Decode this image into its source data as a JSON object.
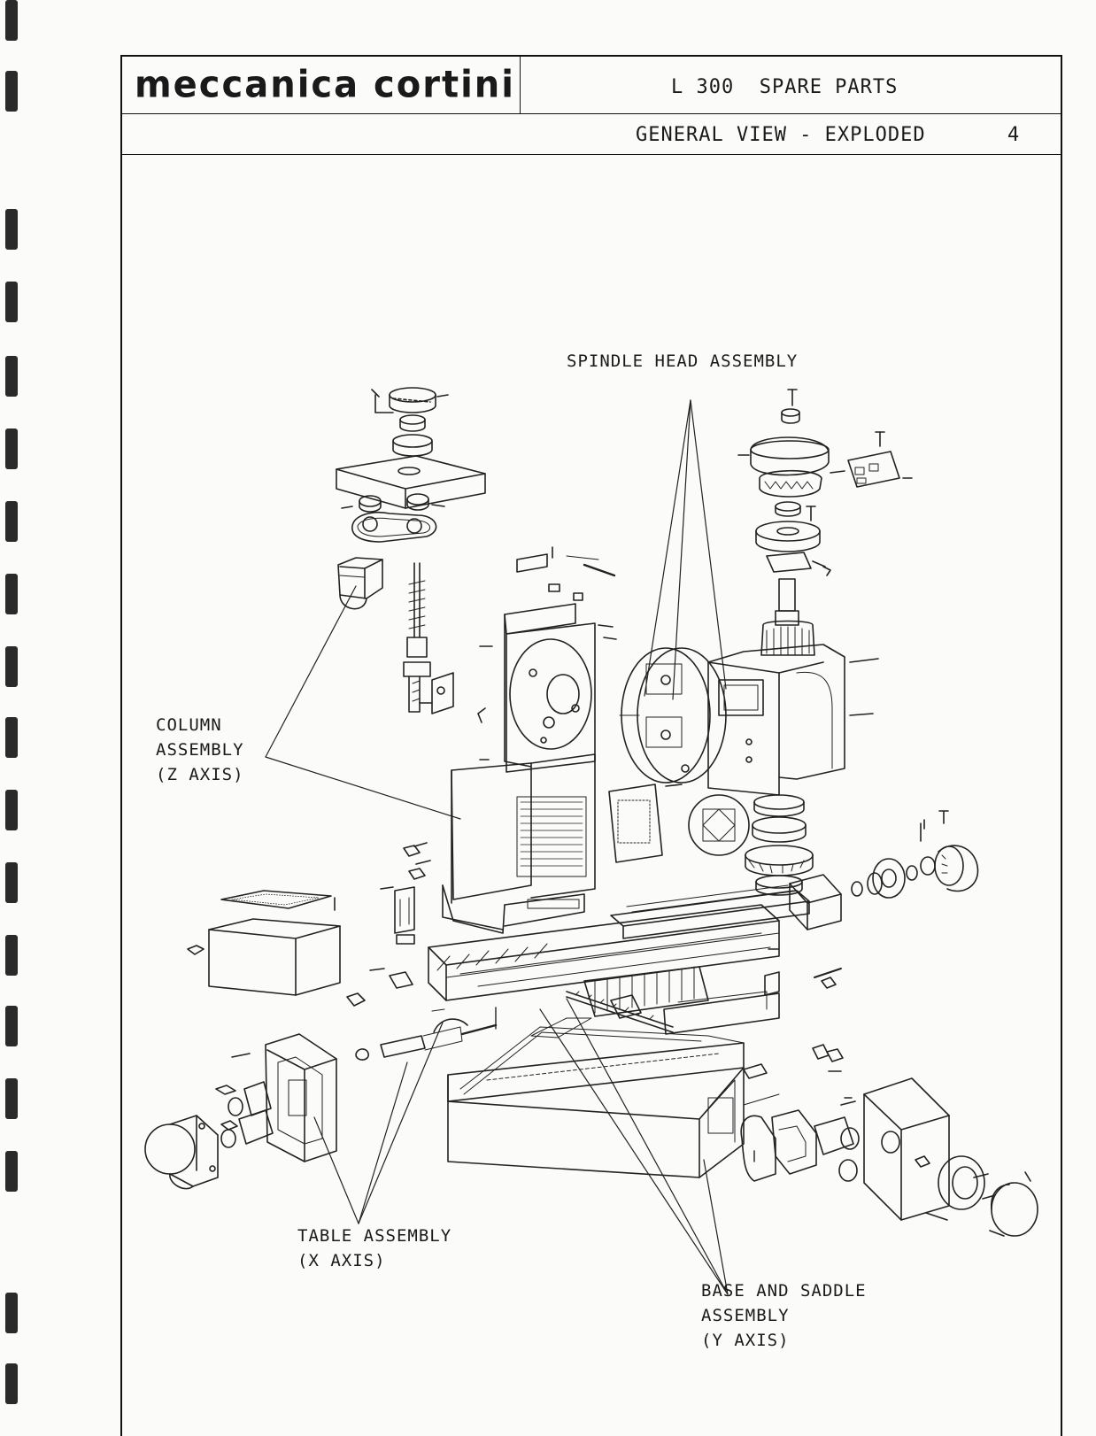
{
  "header": {
    "brand": "meccanica cortini",
    "document_title": "L 300  SPARE PARTS",
    "view_title": "GENERAL VIEW - EXPLODED",
    "page_number": "4"
  },
  "callouts": {
    "spindle_head": "SPINDLE HEAD ASSEMBLY",
    "column": [
      "COLUMN",
      "ASSEMBLY",
      "(Z AXIS)"
    ],
    "table": [
      "TABLE ASSEMBLY",
      "(X AXIS)"
    ],
    "base_saddle": [
      "BASE AND SADDLE",
      "ASSEMBLY",
      "(Y AXIS)"
    ]
  }
}
